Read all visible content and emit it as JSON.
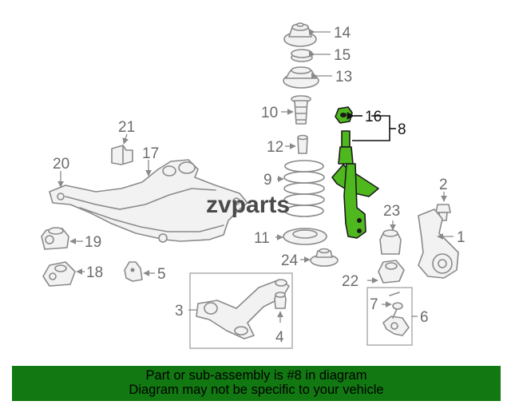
{
  "watermark": "zvparts",
  "callouts": {
    "c1": "1",
    "c2": "2",
    "c3": "3",
    "c4": "4",
    "c5": "5",
    "c6": "6",
    "c7": "7",
    "c8": "8",
    "c9": "9",
    "c10": "10",
    "c11": "11",
    "c12": "12",
    "c13": "13",
    "c14": "14",
    "c15": "15",
    "c16": "16",
    "c17": "17",
    "c18": "18",
    "c19": "19",
    "c20": "20",
    "c21": "21",
    "c22": "22",
    "c23": "23",
    "c24": "24"
  },
  "banner": {
    "line1": "Part or sub-assembly is #8 in diagram",
    "line2": "Diagram may not be specific to your vehicle"
  },
  "colors": {
    "highlight": "#4fb81e",
    "banner": "#127812"
  }
}
